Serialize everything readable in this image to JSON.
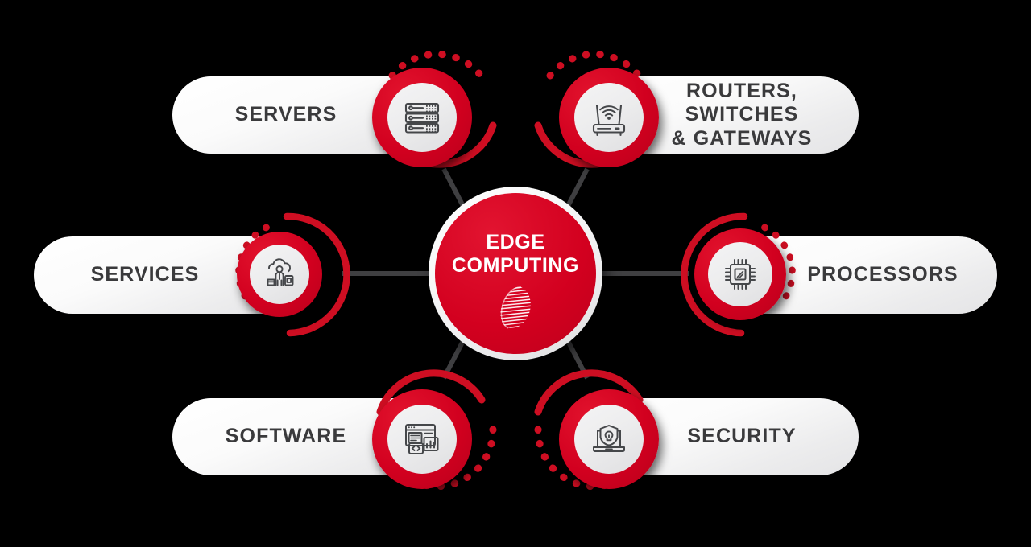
{
  "diagram": {
    "title": "Edge Computing Components",
    "hub": {
      "label": "EDGE\nCOMPUTING",
      "mark_name": "brand-swirl-mark"
    },
    "colors": {
      "brand_red": "#D2001F",
      "ring_red": "#CE0E22",
      "accent_dark_red": "#B8001B",
      "label_text": "#3A3A3C",
      "pill_light": "#FFFFFF",
      "pill_shade": "#E4E4E6",
      "connector_gray": "#3F3F41",
      "background": "#000000",
      "icon_stroke": "#45474A"
    },
    "nodes": [
      {
        "id": "servers",
        "label": "SERVERS",
        "icon": "server-rack-icon",
        "side": "left",
        "position": "top-left"
      },
      {
        "id": "routers",
        "label": "ROUTERS, SWITCHES\n& GATEWAYS",
        "icon": "wifi-router-icon",
        "side": "right",
        "position": "top-right"
      },
      {
        "id": "services",
        "label": "SERVICES",
        "icon": "cloud-services-person-icon",
        "side": "left",
        "position": "middle-left"
      },
      {
        "id": "processors",
        "label": "PROCESSORS",
        "icon": "cpu-chip-icon",
        "side": "right",
        "position": "middle-right"
      },
      {
        "id": "software",
        "label": "SOFTWARE",
        "icon": "code-window-chart-icon",
        "side": "left",
        "position": "bottom-left"
      },
      {
        "id": "security",
        "label": "SECURITY",
        "icon": "laptop-shield-lock-icon",
        "side": "right",
        "position": "bottom-right"
      }
    ]
  }
}
